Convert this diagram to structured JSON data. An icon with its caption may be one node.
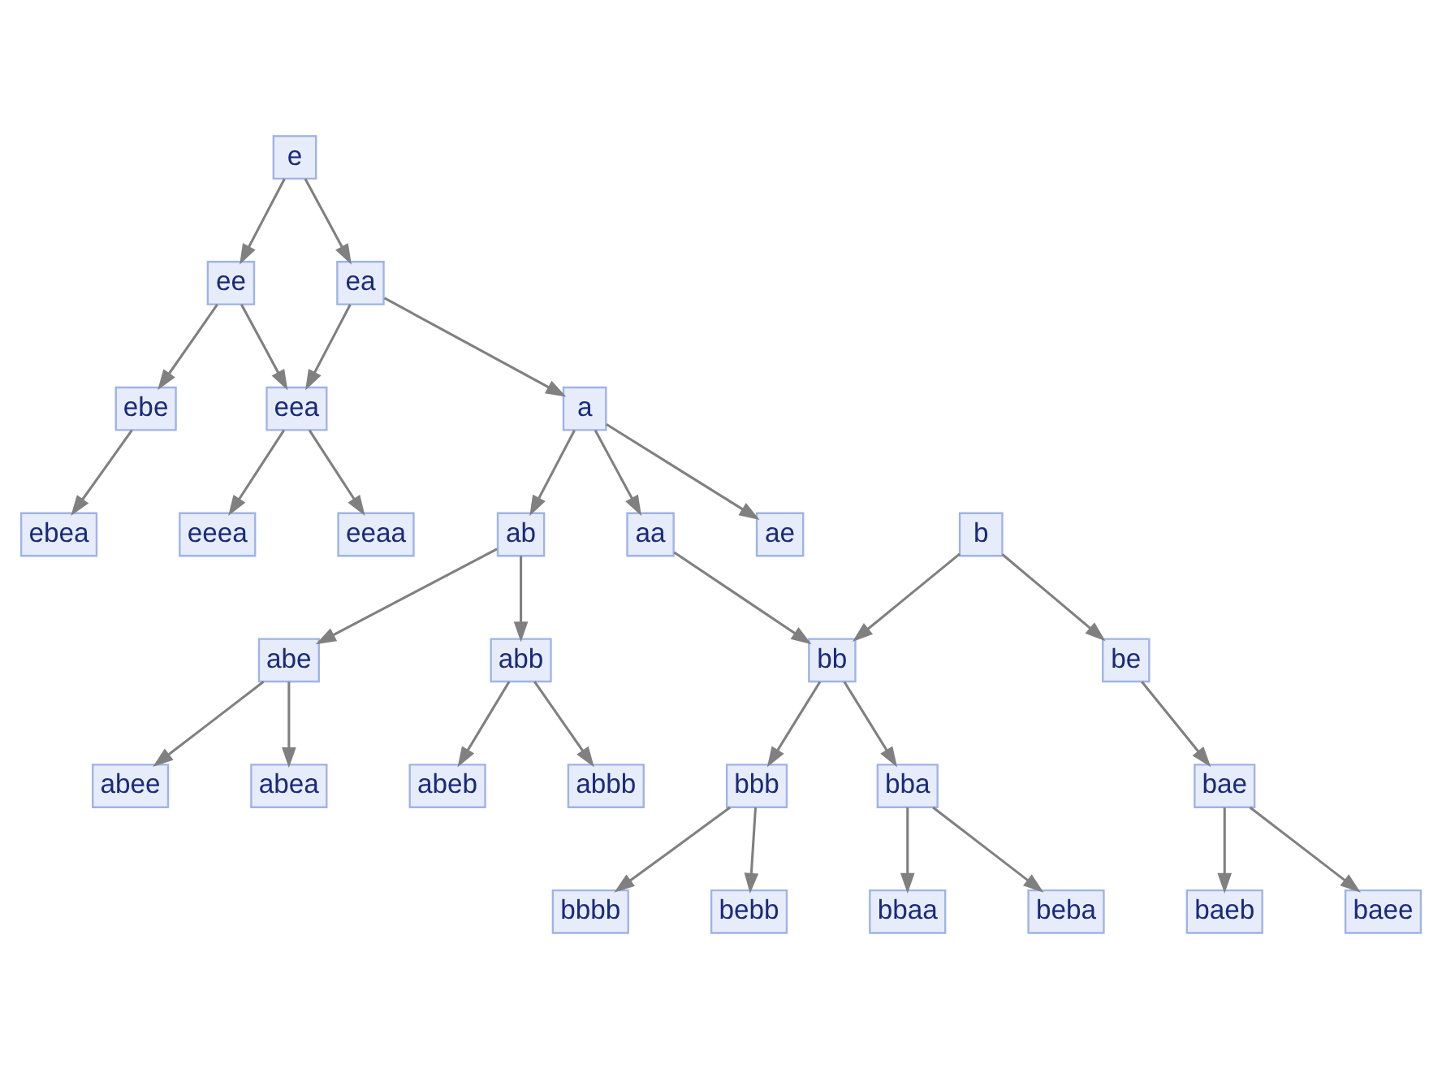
{
  "diagram": {
    "nodes": [
      {
        "text": [
          "e"
        ]
      },
      {
        "text": [
          "ee"
        ]
      },
      {
        "text": [
          "ea"
        ]
      },
      {
        "text": [
          "ebe"
        ]
      },
      {
        "text": [
          "eea"
        ]
      },
      {
        "text": [
          "a"
        ]
      },
      {
        "text": [
          "ebea"
        ]
      },
      {
        "text": [
          "b"
        ]
      },
      {
        "text": [
          "eeaa"
        ]
      },
      {
        "text": [
          "eeea"
        ]
      },
      {
        "text": [
          "ae"
        ]
      },
      {
        "text": [
          "aa"
        ]
      },
      {
        "text": [
          "ab"
        ]
      },
      {
        "text": [
          "be"
        ]
      },
      {
        "text": [
          "bb"
        ]
      },
      {
        "text": [
          "abb"
        ]
      },
      {
        "text": [
          "abe"
        ]
      },
      {
        "text": [
          "bae"
        ]
      },
      {
        "text": [
          "bba"
        ]
      },
      {
        "text": [
          "bbb"
        ]
      },
      {
        "text": [
          "abbb"
        ]
      },
      {
        "text": [
          "abeb"
        ]
      },
      {
        "text": [
          "abea"
        ]
      },
      {
        "text": [
          "abee"
        ]
      },
      {
        "text": [
          "baeb"
        ]
      },
      {
        "text": [
          "baee"
        ]
      },
      {
        "text": [
          "bbaa"
        ]
      },
      {
        "text": [
          "beba"
        ]
      },
      {
        "text": [
          "bbbb"
        ]
      },
      {
        "text": [
          "bebb"
        ]
      }
    ],
    "edges": [
      {
        "from": 0,
        "to": 1,
        "arrow": "to"
      },
      {
        "from": 0,
        "to": 2,
        "arrow": "to"
      },
      {
        "from": 1,
        "to": 3,
        "arrow": "to"
      },
      {
        "from": 1,
        "to": 4,
        "arrow": "to"
      },
      {
        "from": 2,
        "to": 4,
        "arrow": "to"
      },
      {
        "from": 2,
        "to": 5,
        "arrow": "to"
      },
      {
        "from": 3,
        "to": 6,
        "arrow": "to"
      },
      {
        "from": 4,
        "to": 8,
        "arrow": "to"
      },
      {
        "from": 4,
        "to": 9,
        "arrow": "to"
      },
      {
        "from": 5,
        "to": 10,
        "arrow": "to"
      },
      {
        "from": 5,
        "to": 11,
        "arrow": "to"
      },
      {
        "from": 5,
        "to": 12,
        "arrow": "to"
      },
      {
        "from": 7,
        "to": 13,
        "arrow": "to"
      },
      {
        "from": 7,
        "to": 14,
        "arrow": "to"
      },
      {
        "from": 11,
        "to": 14,
        "arrow": "to"
      },
      {
        "from": 12,
        "to": 15,
        "arrow": "to"
      },
      {
        "from": 12,
        "to": 16,
        "arrow": "to"
      },
      {
        "from": 13,
        "to": 17,
        "arrow": "to"
      },
      {
        "from": 14,
        "to": 18,
        "arrow": "to"
      },
      {
        "from": 14,
        "to": 19,
        "arrow": "to"
      },
      {
        "from": 15,
        "to": 20,
        "arrow": "to"
      },
      {
        "from": 15,
        "to": 21,
        "arrow": "to"
      },
      {
        "from": 16,
        "to": 22,
        "arrow": "to"
      },
      {
        "from": 16,
        "to": 23,
        "arrow": "to"
      },
      {
        "from": 17,
        "to": 24,
        "arrow": "to"
      },
      {
        "from": 17,
        "to": 25,
        "arrow": "to"
      },
      {
        "from": 18,
        "to": 26,
        "arrow": "to"
      },
      {
        "from": 18,
        "to": 27,
        "arrow": "to"
      },
      {
        "from": 19,
        "to": 28,
        "arrow": "to"
      },
      {
        "from": 19,
        "to": 29,
        "arrow": "to"
      }
    ]
  }
}
